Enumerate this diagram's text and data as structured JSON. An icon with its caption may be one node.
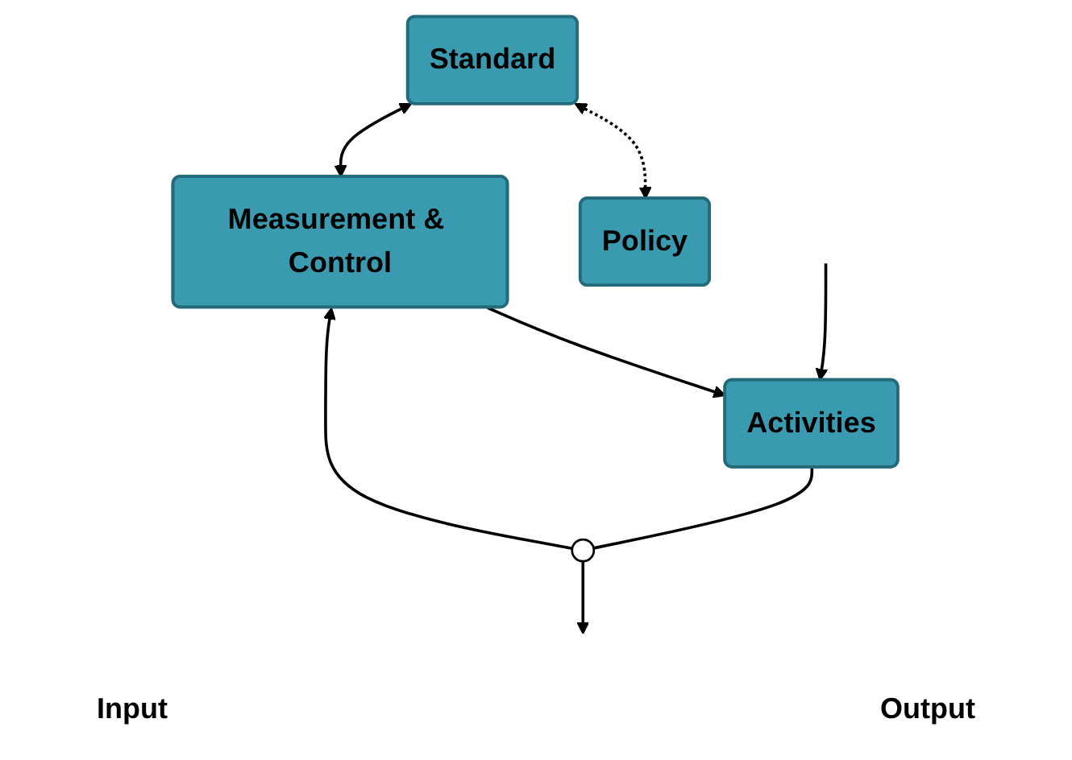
{
  "diagram": {
    "nodes": [
      {
        "text": [
          "Standard"
        ]
      },
      {
        "text": [
          "Policy"
        ]
      },
      {
        "text": [
          "Measurement & Control"
        ]
      },
      {
        "text": [
          "Activities"
        ]
      },
      {
        "text": [],
        "shape": "circle"
      }
    ],
    "edges": [
      {
        "from": 0,
        "to": 1,
        "arrow": "both",
        "style": "dashed"
      },
      {
        "from": 0,
        "to": 2,
        "arrow": "both"
      },
      {
        "from": 2,
        "to": 3,
        "arrow": "to"
      },
      {
        "from": null,
        "to": 3,
        "arrow": "to"
      },
      {
        "from": 3,
        "to": 4,
        "arrow": "none"
      },
      {
        "from": 4,
        "to": 2,
        "arrow": "to"
      },
      {
        "from": 4,
        "to": null,
        "arrow": "to"
      }
    ],
    "labels": [
      "Input",
      "Output"
    ]
  }
}
